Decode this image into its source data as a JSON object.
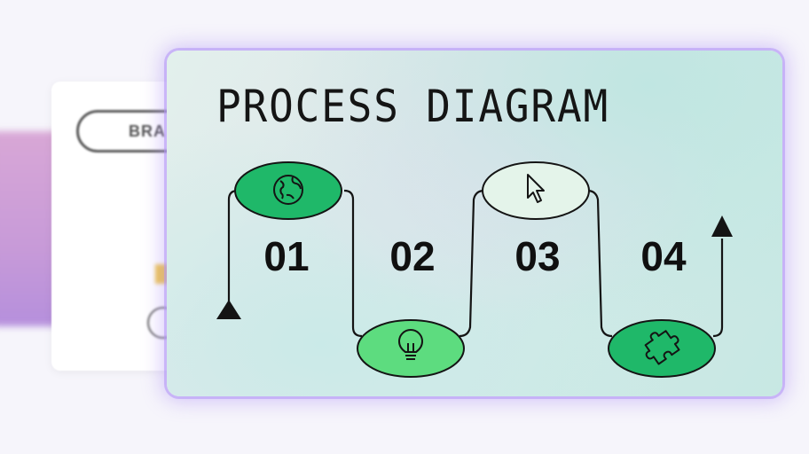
{
  "slide": {
    "title": "PROCESS DIAGRAM"
  },
  "background_slide": {
    "pill_text": "BRA"
  },
  "steps": [
    {
      "number": "01",
      "icon": "globe-icon",
      "color": "#1fb869",
      "position": "top"
    },
    {
      "number": "02",
      "icon": "lightbulb-icon",
      "color": "#5ddc7f",
      "position": "bottom"
    },
    {
      "number": "03",
      "icon": "cursor-icon",
      "color": "#e4f4ea",
      "position": "top"
    },
    {
      "number": "04",
      "icon": "puzzle-icon",
      "color": "#1fb869",
      "position": "bottom"
    }
  ],
  "colors": {
    "accent_glow": "#a98cf5",
    "line": "#141414"
  }
}
